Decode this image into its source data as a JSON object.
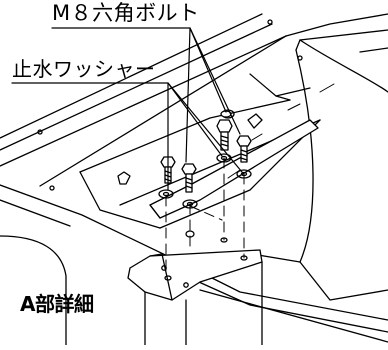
{
  "labels": {
    "bolt": "M８六角ボルト",
    "washer": "止水ワッシャー",
    "detail": "A部詳細"
  },
  "colors": {
    "line": "#000000",
    "background": "#ffffff"
  }
}
